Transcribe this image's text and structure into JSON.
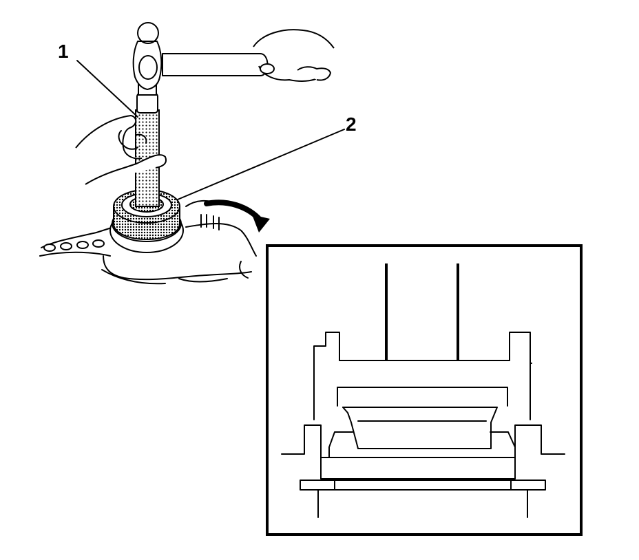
{
  "figure": {
    "callouts": [
      {
        "id": "1",
        "text": "1"
      },
      {
        "id": "2",
        "text": "2"
      }
    ]
  },
  "colors": {
    "line": "#000000",
    "background": "#ffffff",
    "stipple": "#000000"
  }
}
